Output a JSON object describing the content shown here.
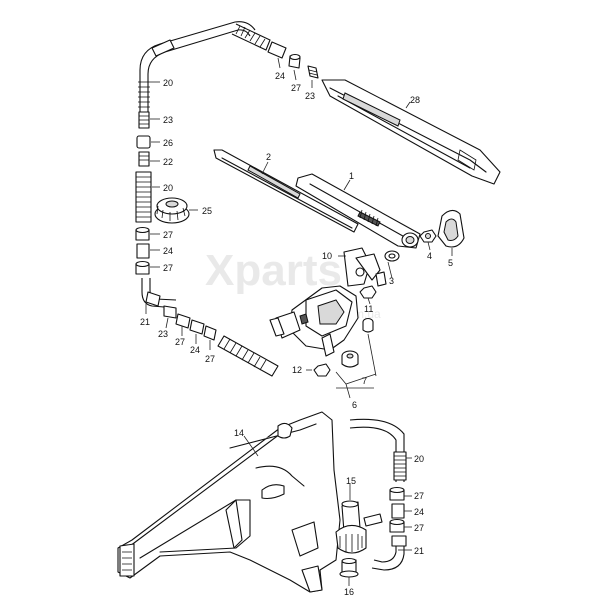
{
  "watermark": {
    "brand": "Xparts",
    "domain": ".com.ua"
  },
  "callouts": [
    {
      "id": "c-20a",
      "label": "20"
    },
    {
      "id": "c-23a",
      "label": "23"
    },
    {
      "id": "c-26",
      "label": "26"
    },
    {
      "id": "c-22",
      "label": "22"
    },
    {
      "id": "c-20b",
      "label": "20"
    },
    {
      "id": "c-25",
      "label": "25"
    },
    {
      "id": "c-27a",
      "label": "27"
    },
    {
      "id": "c-24a",
      "label": "24"
    },
    {
      "id": "c-27b",
      "label": "27"
    },
    {
      "id": "c-21a",
      "label": "21"
    },
    {
      "id": "c-23b",
      "label": "23"
    },
    {
      "id": "c-27c",
      "label": "27"
    },
    {
      "id": "c-24b",
      "label": "24"
    },
    {
      "id": "c-27d",
      "label": "27"
    },
    {
      "id": "c-24c",
      "label": "24"
    },
    {
      "id": "c-27e",
      "label": "27"
    },
    {
      "id": "c-23c",
      "label": "23"
    },
    {
      "id": "c-28",
      "label": "28"
    },
    {
      "id": "c-2",
      "label": "2"
    },
    {
      "id": "c-1",
      "label": "1"
    },
    {
      "id": "c-4",
      "label": "4"
    },
    {
      "id": "c-5",
      "label": "5"
    },
    {
      "id": "c-10",
      "label": "10"
    },
    {
      "id": "c-3",
      "label": "3"
    },
    {
      "id": "c-11",
      "label": "11"
    },
    {
      "id": "c-12",
      "label": "12"
    },
    {
      "id": "c-7",
      "label": "7"
    },
    {
      "id": "c-6",
      "label": "6"
    },
    {
      "id": "c-14",
      "label": "14"
    },
    {
      "id": "c-20c",
      "label": "20"
    },
    {
      "id": "c-15",
      "label": "15"
    },
    {
      "id": "c-27f",
      "label": "27"
    },
    {
      "id": "c-24d",
      "label": "24"
    },
    {
      "id": "c-27g",
      "label": "27"
    },
    {
      "id": "c-21b",
      "label": "21"
    },
    {
      "id": "c-16",
      "label": "16"
    }
  ]
}
